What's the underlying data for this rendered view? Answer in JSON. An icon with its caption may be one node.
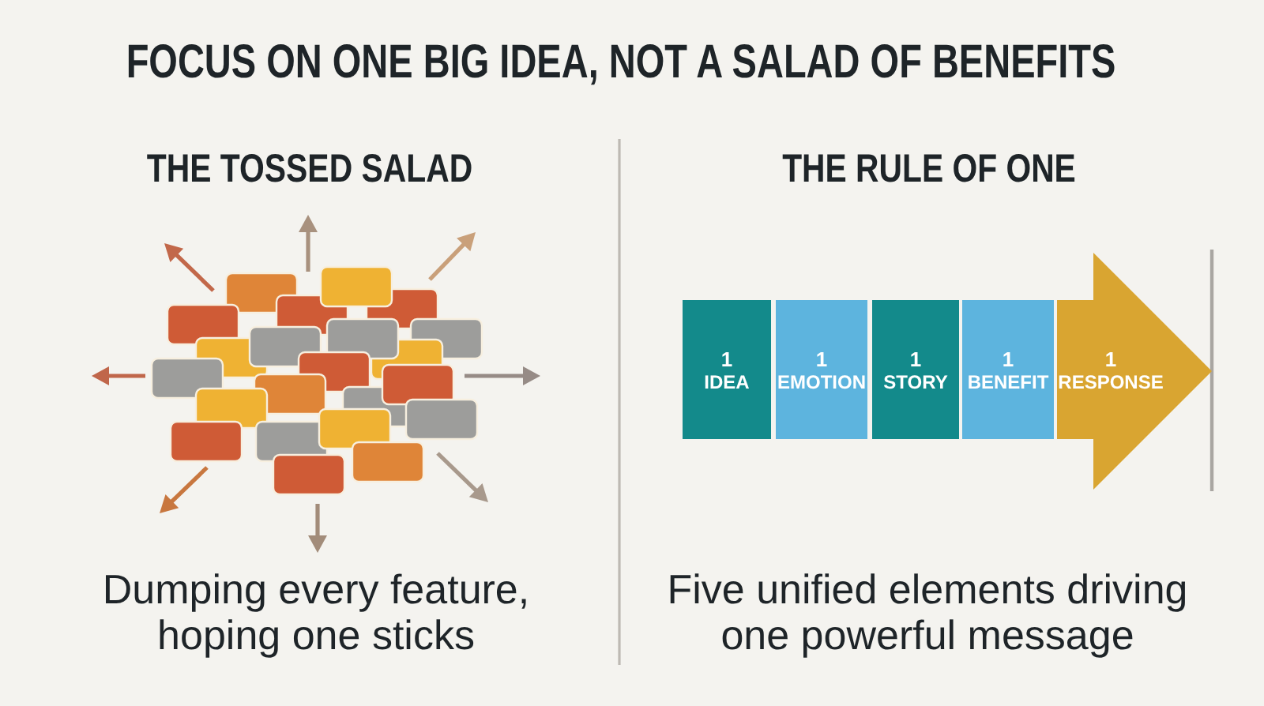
{
  "diagram": {
    "title": "FOCUS ON ONE BIG IDEA, NOT A SALAD OF BENEFITS",
    "nodes": [
      {
        "text": [
          "1",
          "IDEA"
        ]
      },
      {
        "text": [
          "1",
          "EMOTION"
        ]
      },
      {
        "text": [
          "1",
          "STORY"
        ]
      },
      {
        "text": [
          "1",
          "BENEFIT"
        ]
      },
      {
        "text": [
          "1",
          "RESPONSE"
        ]
      }
    ],
    "labels": [
      "THE TOSSED SALAD",
      "THE RULE OF ONE",
      "Dumping every feature, hoping one sticks",
      "Five unified elements driving one powerful message"
    ]
  }
}
